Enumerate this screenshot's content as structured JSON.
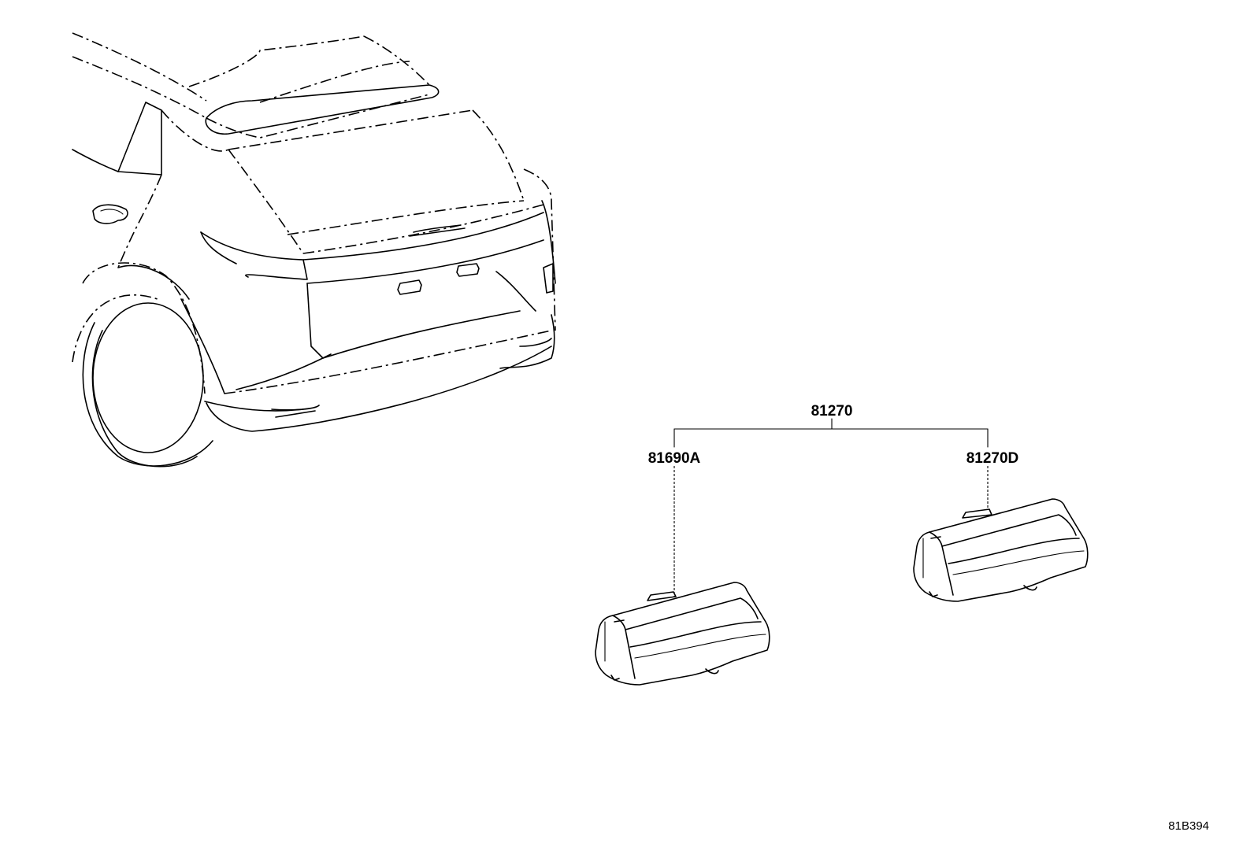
{
  "parts": {
    "main_assembly": "81270",
    "lamp_left": "81690A",
    "lamp_right": "81270D"
  },
  "diagram_ref": "81B394"
}
